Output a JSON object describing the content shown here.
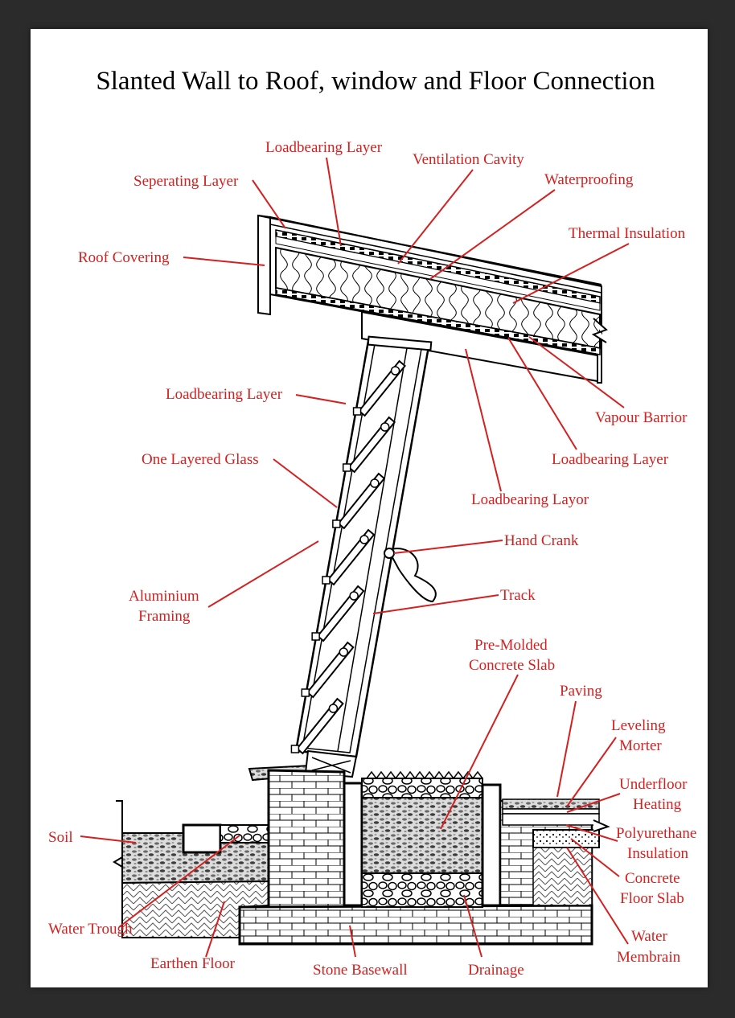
{
  "title": "Slanted Wall to Roof, window and Floor Connection",
  "colors": {
    "label": "#d42020",
    "line": "#000000",
    "background": "#ffffff",
    "frame": "#2b2b2b"
  },
  "labels": {
    "loadbearing_layer_top": "Loadbearing Layer",
    "ventilation_cavity": "Ventilation Cavity",
    "seperating_layer": "Seperating Layer",
    "waterproofing": "Waterproofing",
    "thermal_insulation": "Thermal Insulation",
    "roof_covering": "Roof Covering",
    "loadbearing_layer_wall": "Loadbearing Layer",
    "vapour_barrior": "Vapour Barrior",
    "loadbearing_layer_right": "Loadbearing Layer",
    "one_layered_glass": "One Layered Glass",
    "loadbearing_layor": "Loadbearing Layor",
    "hand_crank": "Hand Crank",
    "aluminium_framing_1": "Aluminium",
    "aluminium_framing_2": "Framing",
    "track": "Track",
    "pre_molded_1": "Pre-Molded",
    "pre_molded_2": "Concrete Slab",
    "paving": "Paving",
    "leveling_1": "Leveling",
    "leveling_2": "Morter",
    "underfloor_1": "Underfloor",
    "underfloor_2": "Heating",
    "soil": "Soil",
    "polyurethane_1": "Polyurethane",
    "polyurethane_2": "Insulation",
    "concrete_floor_1": "Concrete",
    "concrete_floor_2": "Floor Slab",
    "water_trough": "Water Trough",
    "water_membrain_1": "Water",
    "water_membrain_2": "Membrain",
    "earthen_floor": "Earthen Floor",
    "stone_basewall": "Stone Basewall",
    "drainage": "Drainage"
  }
}
